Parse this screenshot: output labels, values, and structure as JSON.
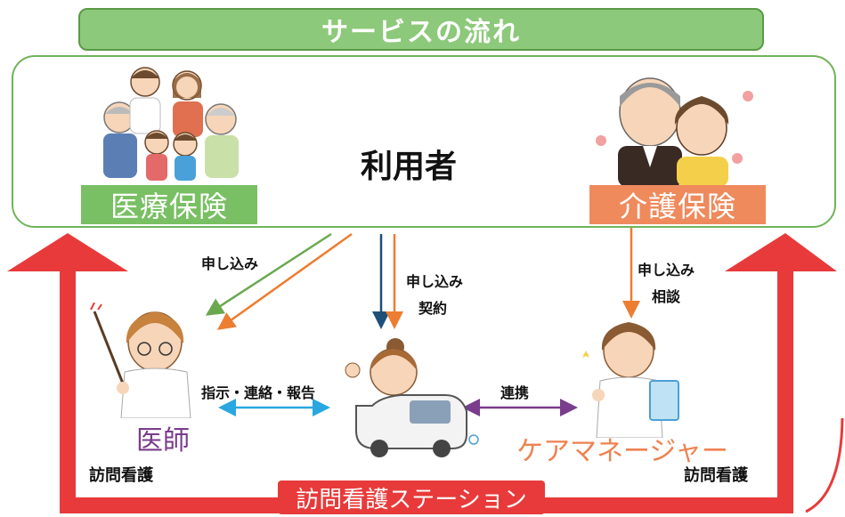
{
  "title": "サービスの流れ",
  "user_label": "利用者",
  "insurance": {
    "medical": "医療保険",
    "care": "介護保険"
  },
  "apply_left": "申し込み",
  "apply_center": {
    "line1": "申し込み",
    "line2": "契約"
  },
  "apply_right": {
    "line1": "申し込み",
    "line2": "相談"
  },
  "instruction_link": "指示・連絡・報告",
  "cooperation_link": "連携",
  "doctor_label": "医師",
  "care_manager_label": "ケアマネージャー",
  "visiting_nursing_left": "訪問看護",
  "visiting_nursing_right": "訪問看護",
  "station_label": "訪問看護ステーション",
  "colors": {
    "green": "#79bf63",
    "orange": "#ef8a5c",
    "red": "#e83a3a",
    "navy": "#1f4e79",
    "blue": "#2aa7e0",
    "purple": "#7a3c8c"
  }
}
